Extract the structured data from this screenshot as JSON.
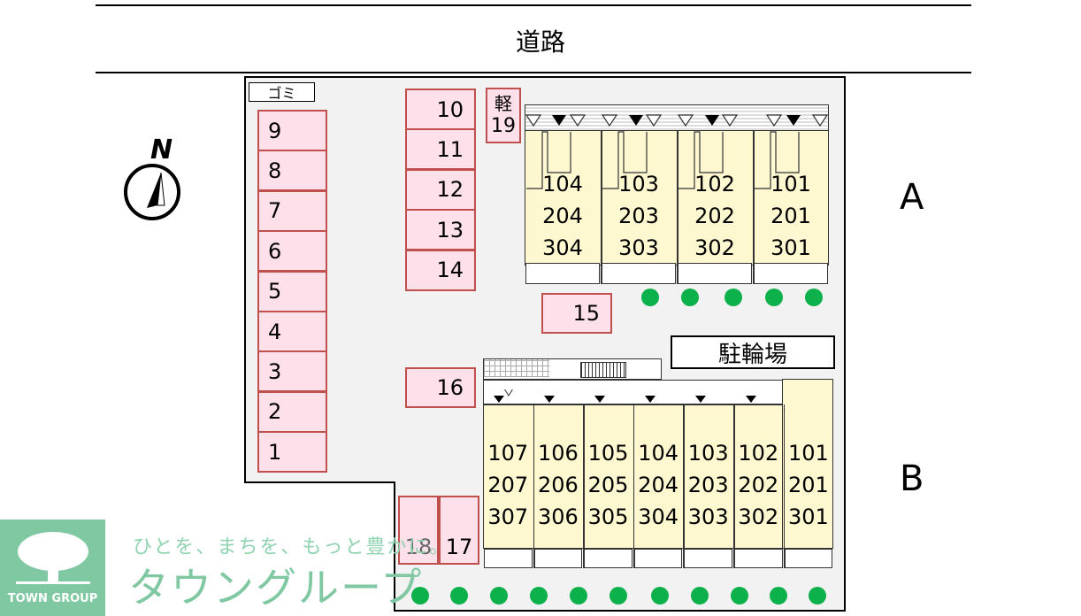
{
  "road": {
    "label": "道路"
  },
  "compass": {
    "label": "N"
  },
  "garbage": {
    "label": "ゴミ"
  },
  "kei": {
    "label": "軽"
  },
  "parking": {
    "left_column": [
      "9",
      "8",
      "7",
      "6",
      "5",
      "4",
      "3",
      "2",
      "1"
    ],
    "middle_column": [
      "10",
      "11",
      "12",
      "13",
      "14"
    ],
    "p19": "19",
    "p15": "15",
    "p16": "16",
    "p18": "18",
    "p17": "17"
  },
  "bicycle": {
    "label": "駐輪場"
  },
  "building_a": {
    "letter": "A",
    "units": [
      {
        "l1": "104",
        "l2": "204",
        "l3": "304"
      },
      {
        "l1": "103",
        "l2": "203",
        "l3": "303"
      },
      {
        "l1": "102",
        "l2": "202",
        "l3": "302"
      },
      {
        "l1": "101",
        "l2": "201",
        "l3": "301"
      }
    ]
  },
  "building_b": {
    "letter": "B",
    "units": [
      {
        "l1": "107",
        "l2": "207",
        "l3": "307"
      },
      {
        "l1": "106",
        "l2": "206",
        "l3": "306"
      },
      {
        "l1": "105",
        "l2": "205",
        "l3": "305"
      },
      {
        "l1": "104",
        "l2": "204",
        "l3": "304"
      },
      {
        "l1": "103",
        "l2": "203",
        "l3": "303"
      },
      {
        "l1": "102",
        "l2": "202",
        "l3": "302"
      },
      {
        "l1": "101",
        "l2": "201",
        "l3": "301"
      }
    ]
  },
  "watermark": {
    "slogan": "ひとを、まちを、もっと豊かに。",
    "company": "タウングループ",
    "logo_text": "TOWN GROUP"
  },
  "colors": {
    "parking_fill": "#fde0ea",
    "parking_border": "#c0504d",
    "building_fill": "#fdf8d0",
    "tree": "#0db14b",
    "lot": "#f2f2f2"
  }
}
